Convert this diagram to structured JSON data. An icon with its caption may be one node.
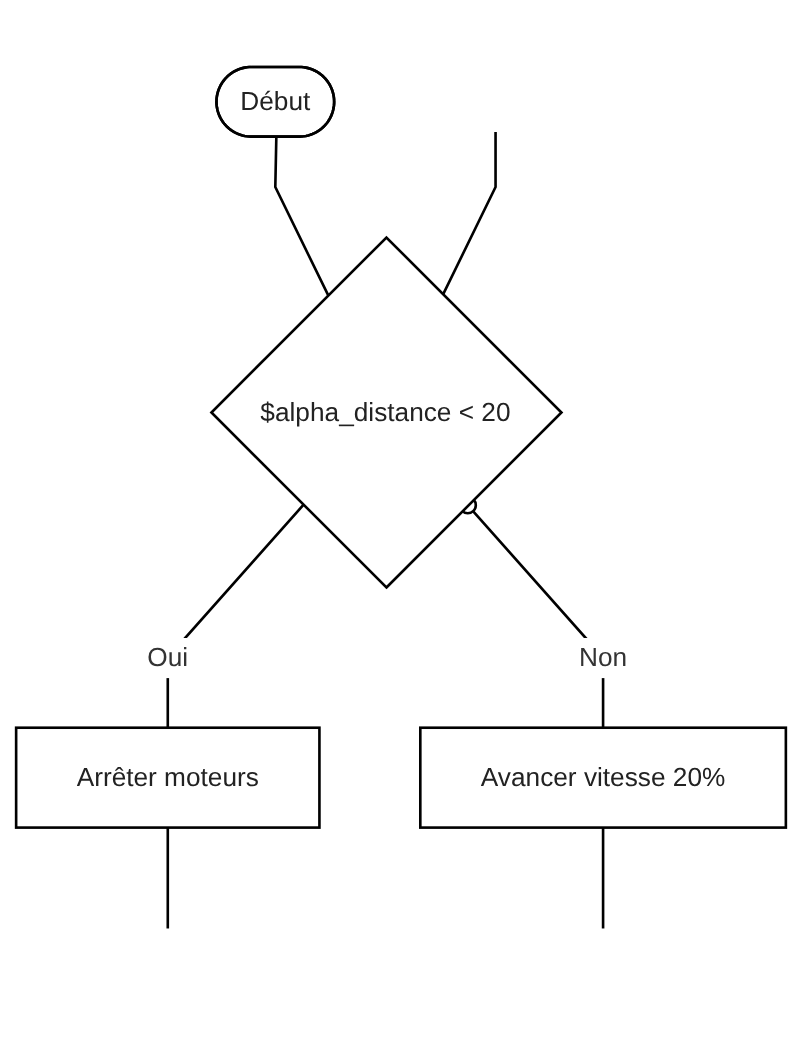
{
  "diagram": {
    "nodes": [
      {
        "text": [
          "Début"
        ]
      },
      {
        "text": [
          "$alpha_distance < 20"
        ]
      },
      {
        "text": [
          "Avancer vitesse 20%"
        ]
      },
      {
        "text": [
          "Arrêter moteurs"
        ]
      }
    ],
    "edges": [
      {
        "from": 0,
        "to": 1,
        "arrow": "none"
      },
      {
        "from": 1,
        "to": 3,
        "label": "Oui",
        "arrow": "none"
      },
      {
        "from": 1,
        "to": 2,
        "label": "Non",
        "arrow": "other"
      },
      {
        "from": 2,
        "to": null,
        "arrow": "none"
      },
      {
        "from": 3,
        "to": null,
        "arrow": "none"
      },
      {
        "from": null,
        "to": 1,
        "arrow": "none"
      }
    ]
  }
}
